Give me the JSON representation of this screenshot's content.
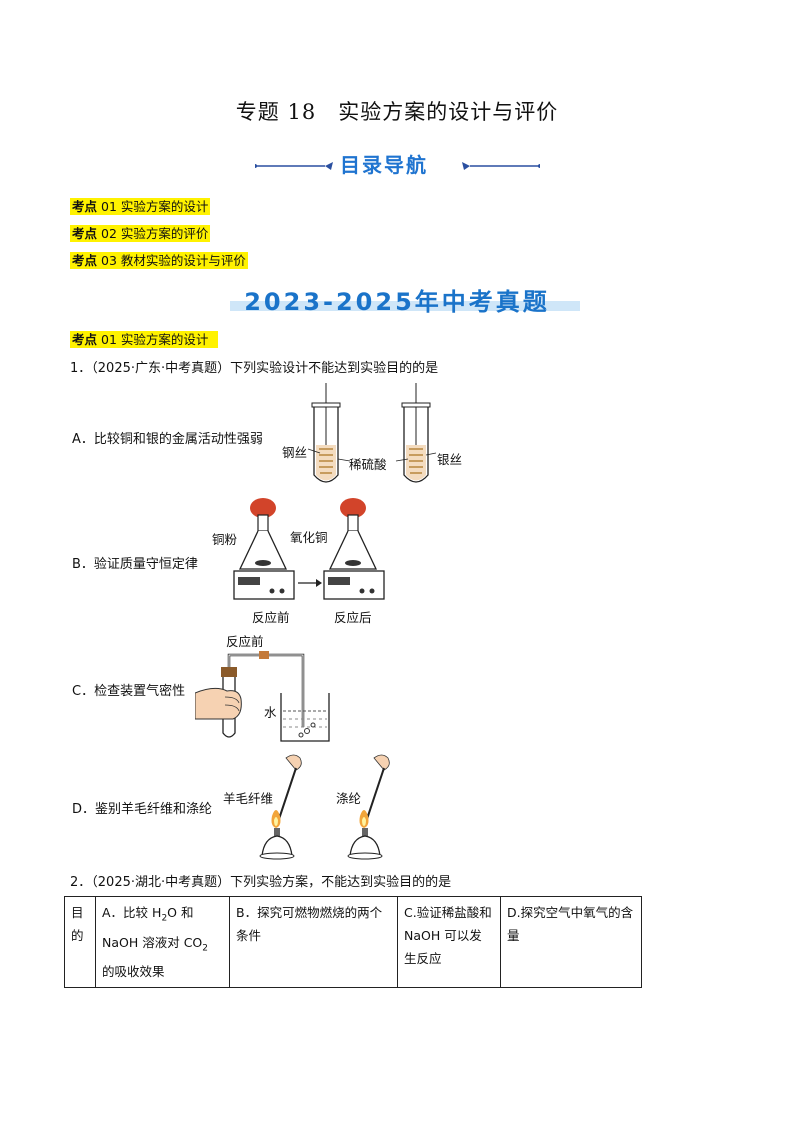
{
  "title": "专题 18　实验方案的设计与评价",
  "nav_title": "目录导航",
  "outline": [
    {
      "tag": "考点",
      "num": "01",
      "text": "实验方案的设计"
    },
    {
      "tag": "考点",
      "num": "02",
      "text": "实验方案的评价"
    },
    {
      "tag": "考点",
      "num": "03",
      "text": "教材实验的设计与评价"
    }
  ],
  "years_banner": "2023-2025年中考真题",
  "section": {
    "tag": "考点",
    "num": "01",
    "text": "实验方案的设计"
  },
  "q1": {
    "stem": "1．（2025·广东·中考真题）下列实验设计不能达到实验目的的是",
    "options": {
      "A": "A．比较铜和银的金属活动性强弱",
      "B": "B．验证质量守恒定律",
      "C": "C．检查装置气密性",
      "D": "D．鉴别羊毛纤维和涤纶"
    },
    "labels": {
      "a_left": "钢丝",
      "a_mid": "稀硫酸",
      "a_right": "银丝",
      "b_left": "铜粉",
      "b_right": "氧化铜",
      "b_before": "反应前",
      "b_after": "反应后",
      "c_top": "反应前",
      "c_water": "水",
      "d_left": "羊毛纤维",
      "d_right": "涤纶"
    }
  },
  "q2": {
    "stem": "2．（2025·湖北·中考真题）下列实验方案，不能达到实验目的的是",
    "row_header": "目的",
    "cells": {
      "a1": "A．比较 H",
      "a_sub1": "2",
      "a2": "O 和",
      "a3": "NaOH 溶液对 CO",
      "a_sub2": "2",
      "a4": "的吸收效果",
      "b": "B．探究可燃物燃烧的两个条件",
      "c": "C.验证稀盐酸和 NaOH 可以发生反应",
      "d": "D.探究空气中氧气的含量"
    }
  }
}
